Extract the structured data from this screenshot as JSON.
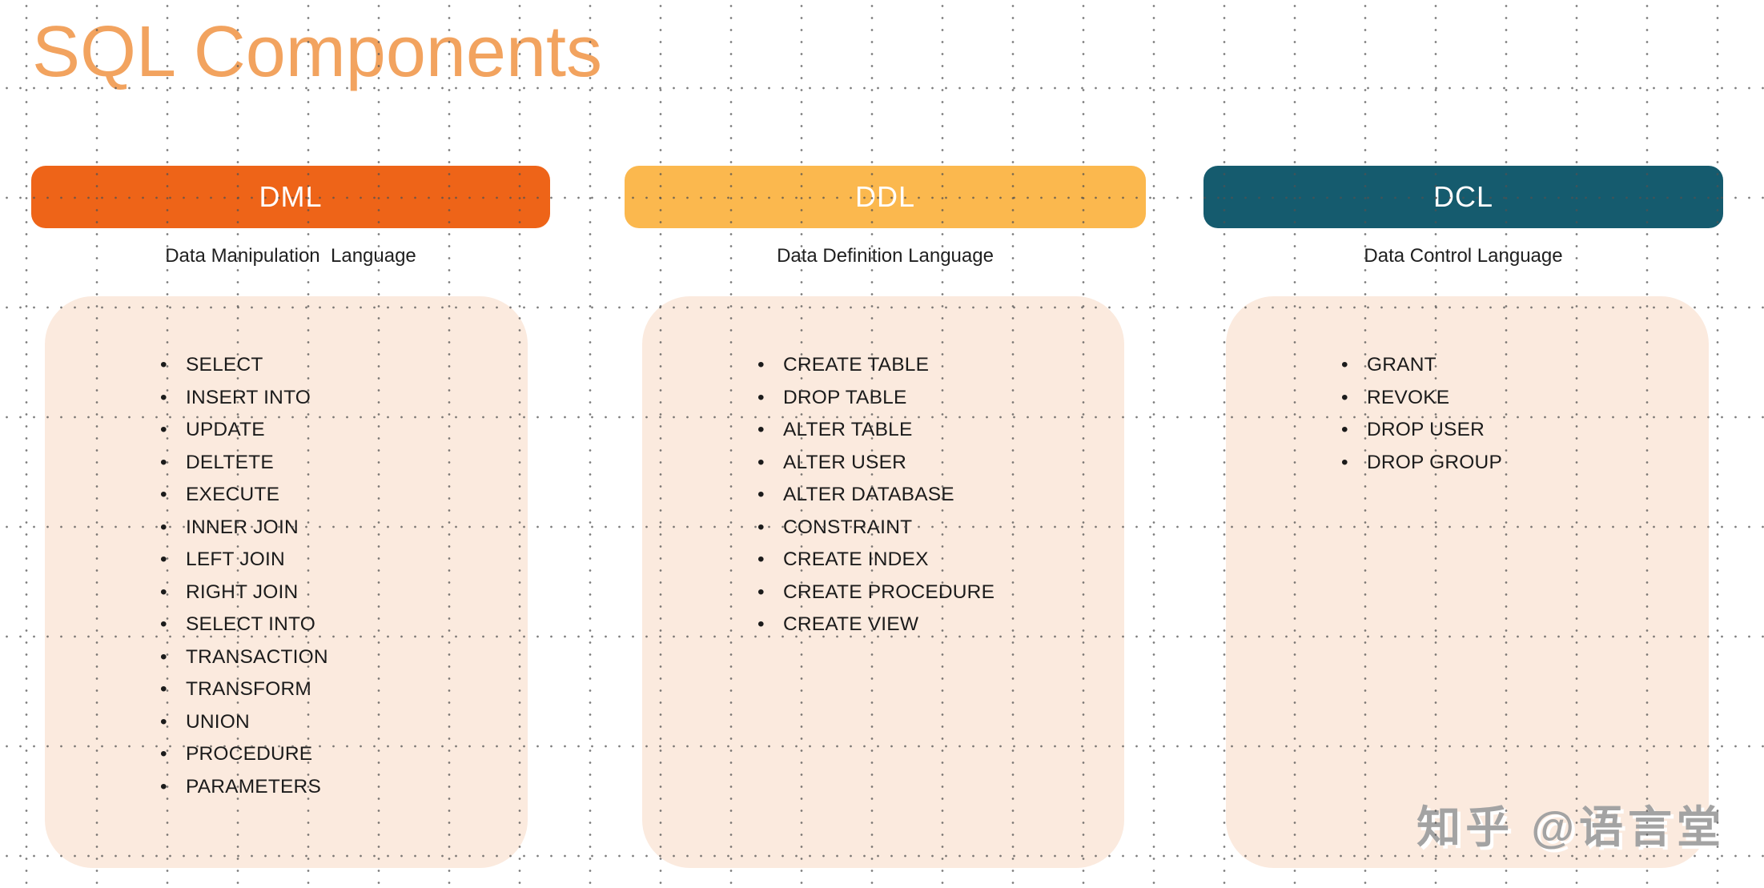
{
  "title": "SQL Components",
  "watermark": "知乎 @语言堂",
  "colors": {
    "title": "#F2A35F",
    "dml_header": "#EE6418",
    "ddl_header": "#FBB84E",
    "dcl_header": "#155B6E",
    "panel": "#FBEADE"
  },
  "columns": [
    {
      "header": "DML",
      "subtitle": "Data Manipulation  Language",
      "items": [
        "SELECT",
        "INSERT INTO",
        "UPDATE",
        "DELTETE",
        "EXECUTE",
        "INNER JOIN",
        "LEFT JOIN",
        "RIGHT JOIN",
        "SELECT INTO",
        "TRANSACTION",
        "TRANSFORM",
        "UNION",
        "PROCEDURE",
        "PARAMETERS"
      ]
    },
    {
      "header": "DDL",
      "subtitle": "Data Definition Language",
      "items": [
        "CREATE TABLE",
        "DROP TABLE",
        "ALTER TABLE",
        "ALTER USER",
        "ALTER DATABASE",
        "CONSTRAINT",
        "CREATE INDEX",
        "CREATE PROCEDURE",
        "CREATE VIEW"
      ]
    },
    {
      "header": "DCL",
      "subtitle": "Data Control Language",
      "items": [
        "GRANT",
        "REVOKE",
        "DROP USER",
        "DROP GROUP"
      ]
    }
  ]
}
